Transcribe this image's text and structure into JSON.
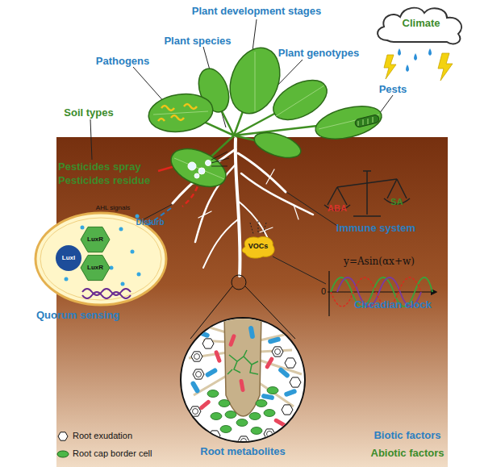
{
  "diagram": {
    "nodes": [
      {
        "text": [
          "Climate"
        ]
      },
      {
        "text": [
          "Quorum sensing"
        ]
      },
      {
        "text": [
          "LuxI"
        ],
        "in": 1
      },
      {
        "text": [
          "LuxR"
        ],
        "in": 1
      },
      {
        "text": [
          "LuxR"
        ],
        "in": 1
      },
      {
        "text": [
          "VOCs"
        ]
      },
      {
        "text": [
          "Root metabolites"
        ]
      }
    ],
    "labels": [
      "Plant development stages",
      "Plant species",
      "Plant genotypes",
      "Pathogens",
      "Pests",
      "Soil types",
      "Pesticides spray",
      "Pesticides residue",
      "AHL signals",
      "Disturb",
      "ABA",
      "SA",
      "Immune system",
      "y=Asin(αx+w)",
      "0",
      "Circadian clock",
      "Biotic factors",
      "Abiotic factors"
    ],
    "legend": [
      {
        "text": "Root exudation"
      },
      {
        "text": "Root cap border cell"
      }
    ]
  }
}
